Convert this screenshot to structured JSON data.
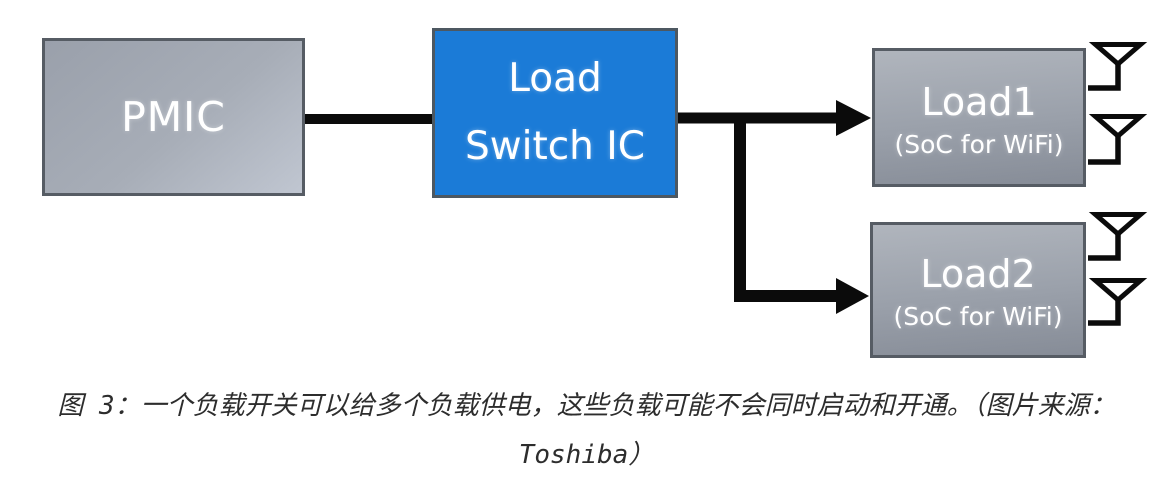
{
  "diagram": {
    "blocks": {
      "pmic": {
        "label": "PMIC"
      },
      "load_switch_ic": {
        "line1": "Load",
        "line2": "Switch IC"
      },
      "load1": {
        "title": "Load1",
        "subtitle": "(SoC for WiFi)"
      },
      "load2": {
        "title": "Load2",
        "subtitle": "(SoC for WiFi)"
      }
    },
    "connections": [
      {
        "from": "pmic",
        "to": "load_switch_ic",
        "arrow": false
      },
      {
        "from": "load_switch_ic",
        "to": "load1",
        "arrow": true
      },
      {
        "from": "load_switch_ic",
        "to": "load2",
        "arrow": true
      }
    ],
    "icons": {
      "antenna": "antenna-icon",
      "antenna_count_per_load": 2,
      "arrowhead": "filled-right-triangle"
    }
  },
  "caption": {
    "line1": "图 3：一个负载开关可以给多个负载供电，这些负载可能不会同时启动和开通。（图片来源：",
    "line2": "Toshiba）"
  },
  "colors": {
    "switch_fill": "#1b7bd7",
    "switch_border": "#4d5861",
    "block_gradient_light": "#c0c6d1",
    "block_gradient_dark": "#868c97",
    "block_border": "#565c64",
    "block_text": "#ffffff",
    "wire": "#0b0b0b",
    "caption_text": "#2d2d2d",
    "background": "#ffffff"
  }
}
